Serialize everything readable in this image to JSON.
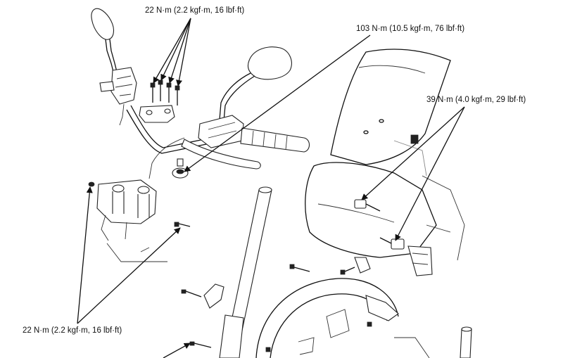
{
  "callouts": {
    "handlebar_holder_bolts": "22 N·m (2.2 kgf·m, 16 lbf·ft)",
    "steering_stem_nut": "103 N·m (10.5 kgf·m, 76 lbf·ft)",
    "top_bridge_pinch_bolts": "39 N·m (4.0 kgf·m, 29 lbf·ft)",
    "fork_pinch_bolts": "22 N·m (2.2 kgf·m, 16 lbf·ft)"
  },
  "colors": {
    "line": "#111111",
    "background": "#ffffff"
  }
}
